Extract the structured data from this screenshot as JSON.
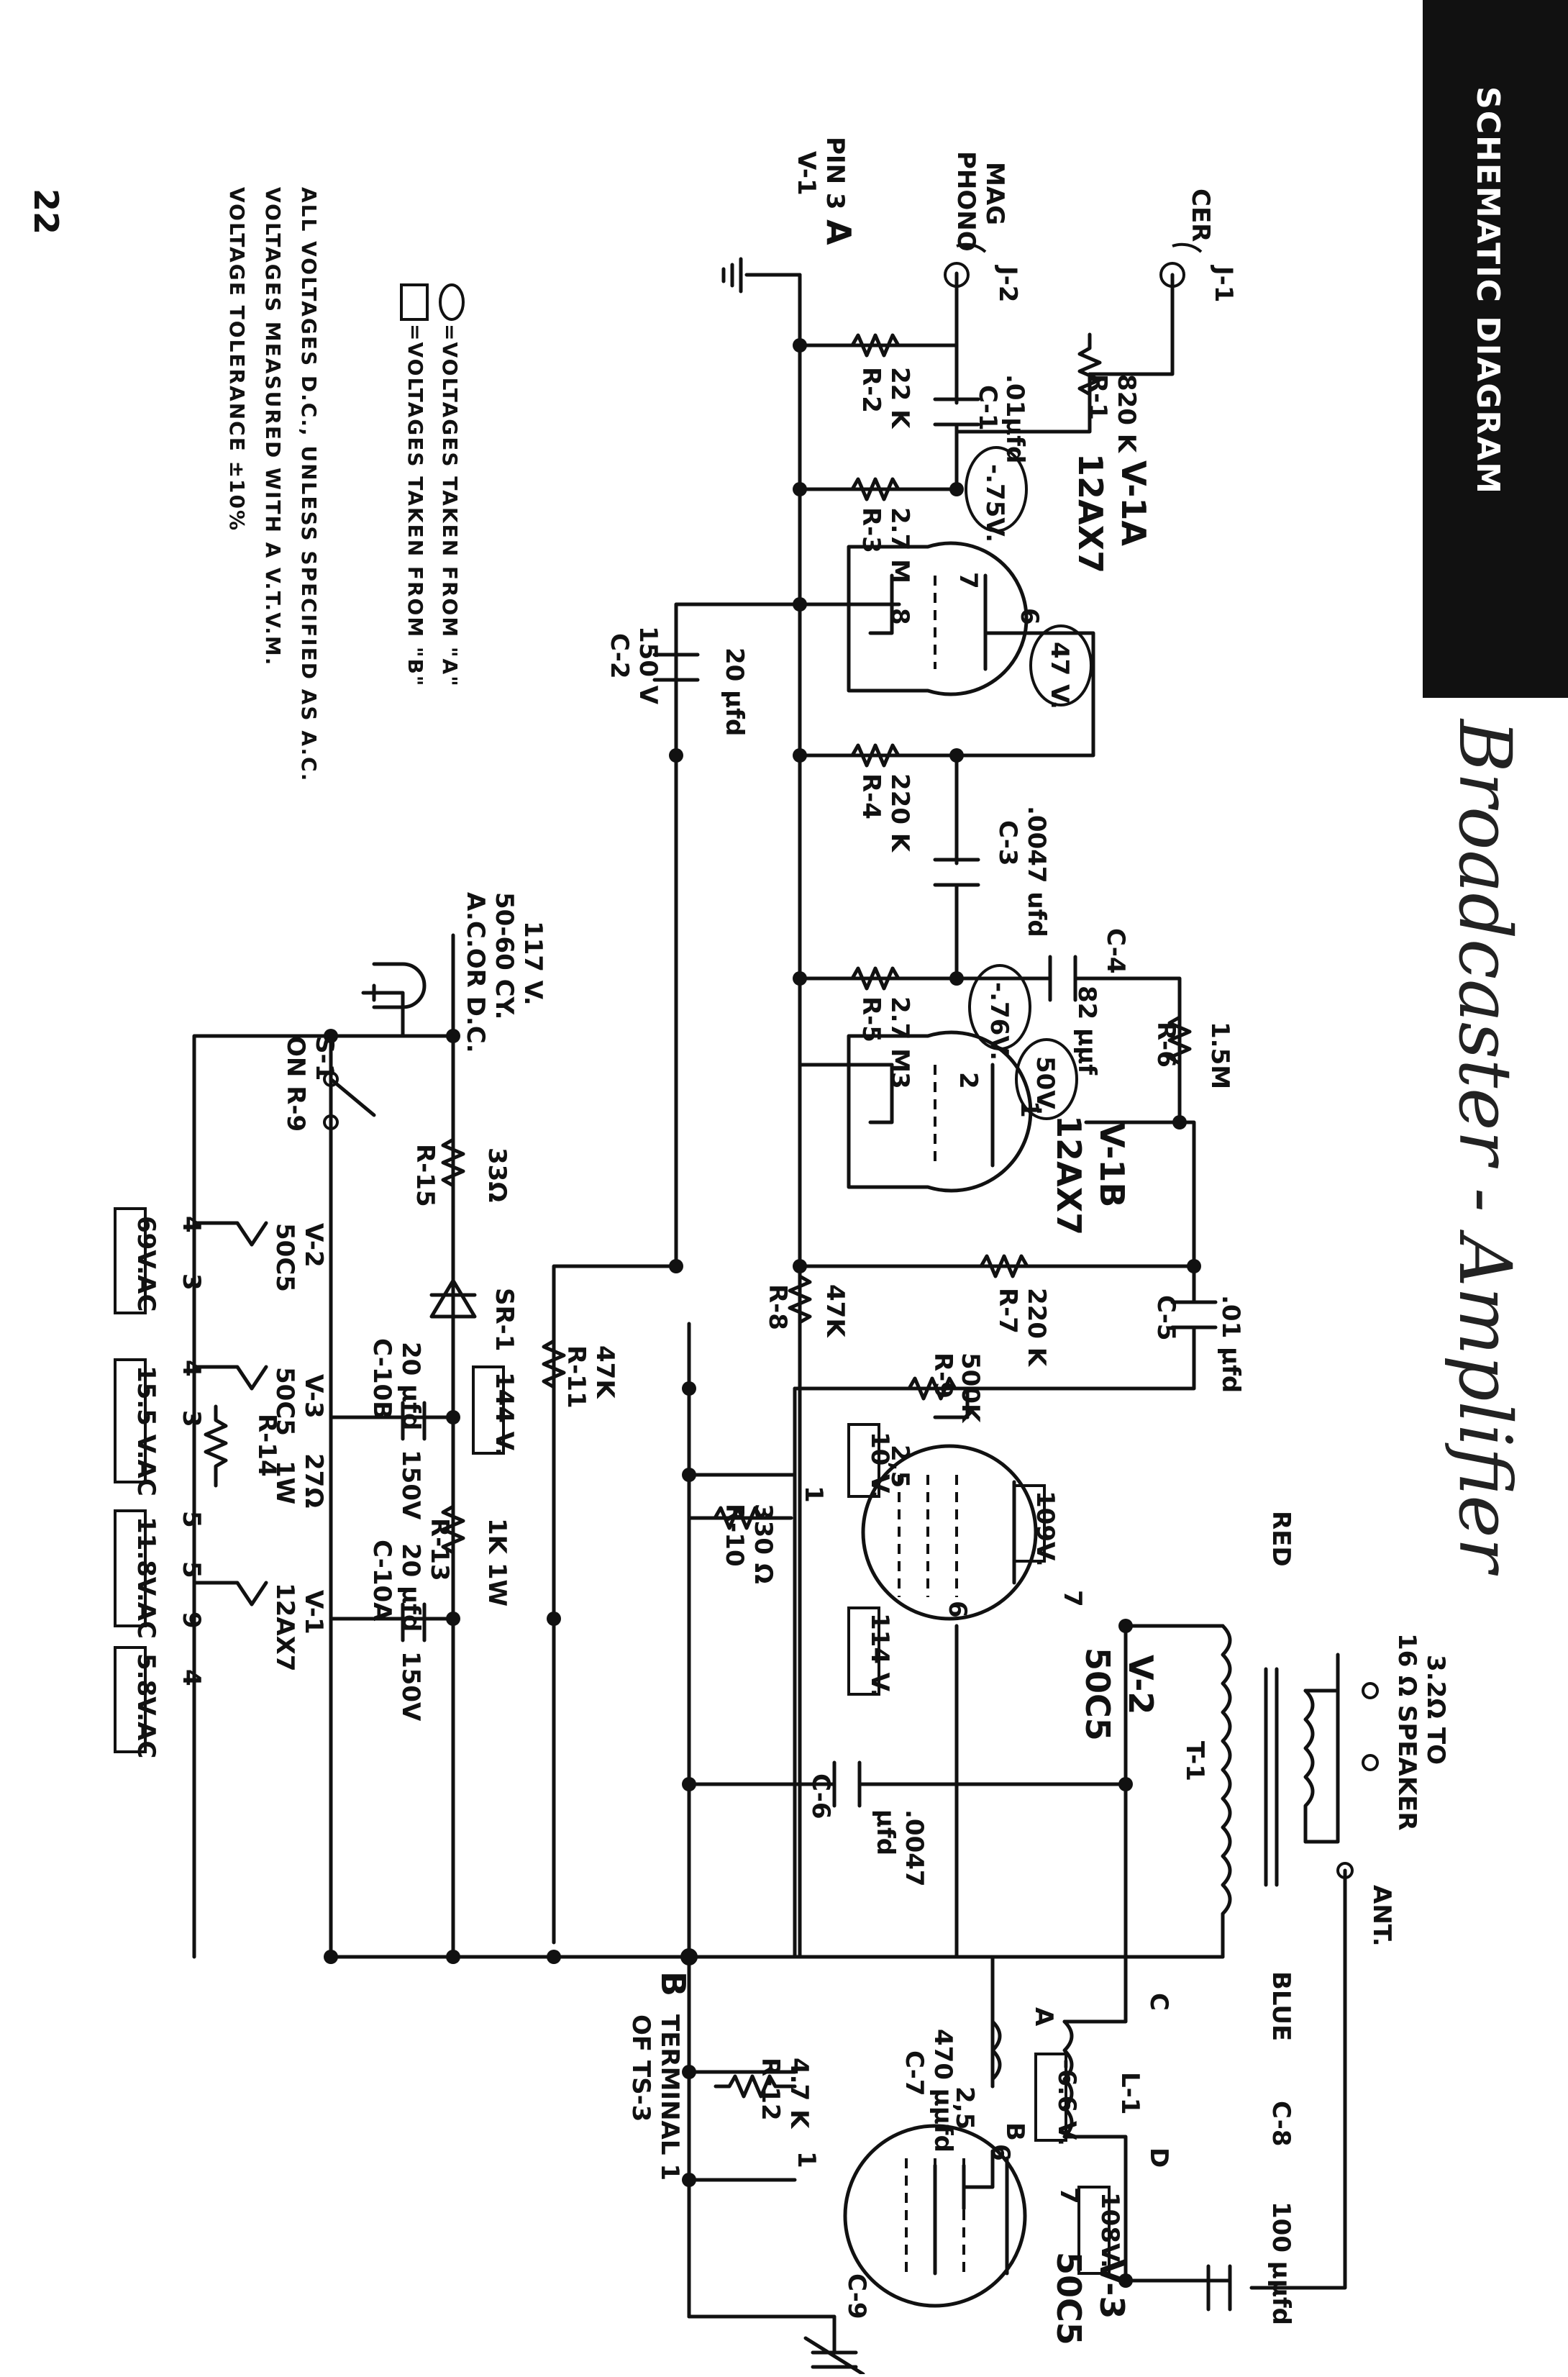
{
  "header": {
    "title": "SCHEMATIC DIAGRAM",
    "page_number": "22"
  },
  "handwritten_title": "Broadcaster - Amplifier",
  "legend": {
    "oval": "=VOLTAGES TAKEN FROM \"A\"",
    "box": "=VOLTAGES TAKEN FROM \"B\"",
    "note1": "ALL VOLTAGES D.C., UNLESS SPECIFIED AS A.C.",
    "note2": "VOLTAGES MEASURED WITH A V.T.V.M.",
    "note3": "VOLTAGE TOLERANCE ±10%"
  },
  "inputs": {
    "j1": "J-1",
    "j1_label": "CER",
    "j2": "J-2",
    "j2_label_1": "MAG",
    "j2_label_2": "PHONO",
    "pin": "PIN 3",
    "pin_tube": "V-1",
    "point_a": "A"
  },
  "tubes": {
    "v1a": {
      "name": "V-1A",
      "type": "12AX7"
    },
    "v1b": {
      "name": "V-1B",
      "type": "12AX7"
    },
    "v2": {
      "name": "V-2",
      "type": "50C5"
    },
    "v3": {
      "name": "V-3",
      "type": "50C5"
    }
  },
  "pins": {
    "p1": "1",
    "p2": "2",
    "p3": "3",
    "p6": "6",
    "p7": "7",
    "p8": "8",
    "p25": "2,5",
    "p4": "4",
    "p5": "5",
    "p9": "9"
  },
  "resistors": {
    "r1": {
      "ref": "R-1",
      "value": "820 K"
    },
    "r2": {
      "ref": "R-2",
      "value": "22 K"
    },
    "r3": {
      "ref": "R-3",
      "value": "2.7 M"
    },
    "r4": {
      "ref": "R-4",
      "value": "220 K"
    },
    "r5": {
      "ref": "R-5",
      "value": "2.7 M"
    },
    "r6": {
      "ref": "R-6",
      "value": "1.5M"
    },
    "r7": {
      "ref": "R-7",
      "value": "220 K"
    },
    "r8": {
      "ref": "R-8",
      "value": "47K"
    },
    "r9": {
      "ref": "R-9",
      "value": "500K"
    },
    "r10": {
      "ref": "R-10",
      "value": "330 Ω"
    },
    "r11": {
      "ref": "R-11",
      "value": "47K"
    },
    "r12": {
      "ref": "R-12",
      "value": "4.7 K"
    },
    "r13": {
      "ref": "R-13",
      "value": "1K 1W"
    },
    "r14": {
      "ref": "R-14",
      "value": "27Ω",
      "watt": "1W"
    },
    "r15": {
      "ref": "R-15",
      "value": "33Ω"
    }
  },
  "capacitors": {
    "c1": {
      "ref": "C-1",
      "value": ".01μfd"
    },
    "c2": {
      "ref": "C-2",
      "value": "20 μfd",
      "volt": "150 V"
    },
    "c3": {
      "ref": "C-3",
      "value": ".0047 ufd"
    },
    "c4": {
      "ref": "C-4",
      "value": "82 μμf"
    },
    "c5": {
      "ref": "C-5",
      "value": ".01 μfd"
    },
    "c6": {
      "ref": "C-6",
      "value": ".0047",
      "unit": "μfd"
    },
    "c7": {
      "ref": "C-7",
      "value": "470 μμfd"
    },
    "c8": {
      "ref": "C-8",
      "value": "100 μμfd"
    },
    "c9": {
      "ref": "C-9"
    },
    "c10a": {
      "ref": "C-10A",
      "value": "20 μfd",
      "volt": "150V"
    },
    "c10b": {
      "ref": "C-10B",
      "value": "20 μfd",
      "volt": "150V"
    }
  },
  "voltages_oval": {
    "v1a_grid": "-.75V.",
    "v1a_plate": "47 V.",
    "v1b_grid": "-.76V.",
    "v1b_plate": "50V."
  },
  "voltages_box": {
    "v2_cathode": "10 V.",
    "v2_plate": "109V.",
    "v2_screen": "114 V.",
    "v3_grid": "-6.6 V.",
    "v3_plate": "108V.",
    "supply": "144 V."
  },
  "output": {
    "t1": "T-1",
    "speaker_1": "3.2Ω TO",
    "speaker_2": "16 Ω SPEAKER",
    "red": "RED",
    "blue": "BLUE"
  },
  "rf": {
    "ant": "ANT.",
    "l1": "L-1",
    "a": "A",
    "b": "B",
    "c": "C",
    "d": "D",
    "point_b": "B",
    "terminal_1": "TERMINAL 1",
    "terminal_2": "OF TS-3"
  },
  "power": {
    "ac_1": "117 V.",
    "ac_2": "50-60 CY.",
    "ac_3": "A.C.OR D.C.",
    "s1": "S-1",
    "s1_on": "ON R-9",
    "sr1": "SR-1"
  },
  "heaters": {
    "v2": {
      "name": "V-2",
      "type": "50C5",
      "voltage": "69V.AC"
    },
    "v3": {
      "name": "V-3",
      "type": "50C5",
      "voltage": "15.5 V.AC"
    },
    "r14": {
      "voltage": "11.8V.AC"
    },
    "v1": {
      "name": "V-1",
      "type": "12AX7",
      "voltage": "5.8V.AC"
    }
  }
}
